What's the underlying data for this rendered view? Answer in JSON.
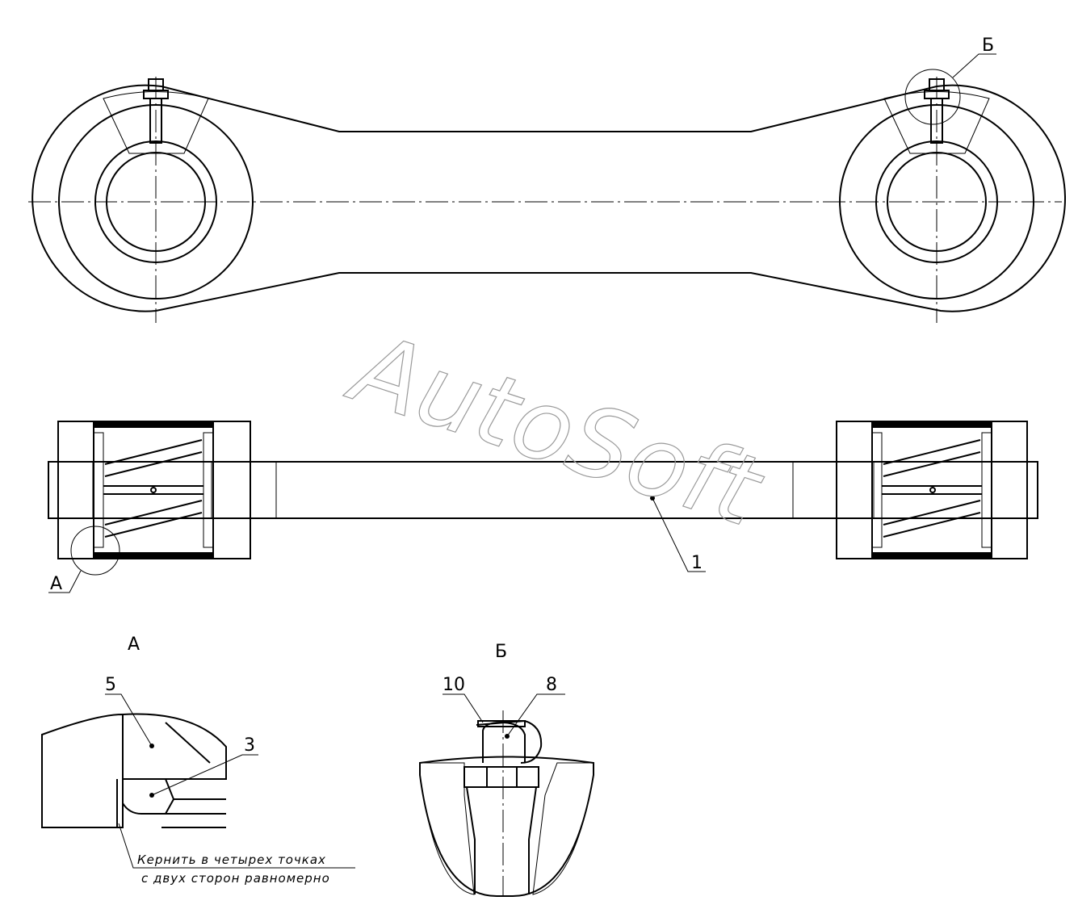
{
  "watermark": "AutoSoft",
  "callouts": {
    "view_b_top": "Б",
    "view_a_bottom": "А",
    "part_1": "1"
  },
  "detail_a": {
    "title": "А",
    "part_5": "5",
    "part_3": "3",
    "note_line1": "Кернить в четырех точках",
    "note_line2": "с двух сторон равномерно"
  },
  "detail_b": {
    "title": "Б",
    "part_10": "10",
    "part_8": "8"
  }
}
